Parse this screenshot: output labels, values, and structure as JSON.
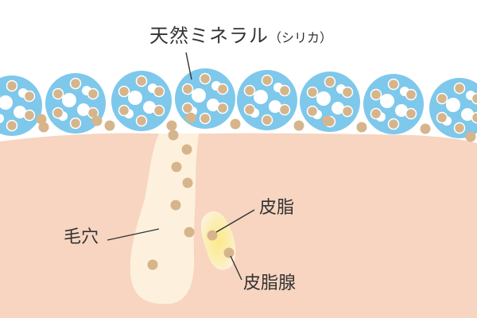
{
  "labels": {
    "title_main": "天然ミネラル",
    "title_sub": "（シリカ）",
    "pore": "毛穴",
    "sebum": "皮脂",
    "sebaceous_gland": "皮脂腺"
  },
  "colors": {
    "skin": "#f7d5c1",
    "skin_edge": "#f0c4ad",
    "mineral_cluster": "#7ec8ec",
    "mineral_cluster_edge": "#5fb6e2",
    "particle": "#d6b58c",
    "particle_edge": "#c29c6c",
    "pore_fill": "#fdf1dd",
    "gland_yellow": "#fbe58f",
    "leader_line": "#333333"
  },
  "icons": [
    "mineral-cluster-icon",
    "sebum-particle-icon"
  ]
}
